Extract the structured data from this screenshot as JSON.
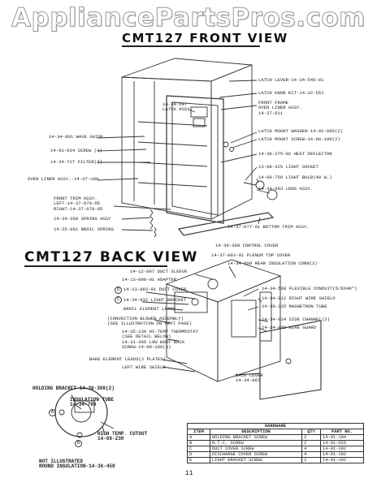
{
  "watermark": "AppliancePartsPros.com",
  "front": {
    "title": "CMT127 FRONT VIEW",
    "labels": {
      "latch_lever": "LATCH LEVER-14-34-545-01",
      "latch_knob_kit": "LATCH KNOB KIT-14-32-551",
      "front_frame": "FRONT FRAME\nOVEN LINER ASSY.\n14-37-011",
      "latch_assy": "14-34-547\nLATCH ASSY.",
      "wave_guide": "14-34-801 WAVE GUIDE",
      "screw": "14-91-034 SCREW (4)",
      "filter": "14-34-727 FILTER(2)",
      "oven_liner": "OVEN LINER ASSY.-14-37-180",
      "latch_mount_washer": "LATCH MOUNT WASHER-14-92-006(2)",
      "latch_mount_screw": "LATCH MOUNT SCREW-14-90-196(2)",
      "heat_deflector": "14-39-275-02 HEAT DEFLECTOR",
      "light_socket": "13-09-325 LIGHT SOCKET",
      "light_bulb": "14-09-756 LIGHT BULB(40 W.)",
      "lens_assy": "14-34-903 LENS ASSY.",
      "front_trim": "FRONT TRIM ASSY.\nLEFT-14-37-078-05\nRIGHT-14-37-079-05",
      "spring_assy": "14-34-368 SPRING ASSY",
      "broil_spring": "14-25-061 BROIL SPRING",
      "bottom_trim": "14-37-077-01 BOTTOM TRIM ASSY."
    }
  },
  "back": {
    "title": "CMT127 BACK VIEW",
    "labels": {
      "control_cover": "14-34-308 CONTROL COVER",
      "plenum_top_cover": "14-37-093-01 PLENUM TOP COVER",
      "rear_insulation": "14-34-809 REAR INSULATION CONN(2)",
      "duct_sleeve": "14-12-897 DUCT SLEEVE",
      "adapter": "14-13-000-01 ADAPTER",
      "duct_cover": "14-13-083-01 DUCT COVER",
      "light_bracket": "14-34-932 LIGHT BRACKET",
      "broil_element_leads": "BROIL ELEMENT LEADS",
      "convection_blower": "(CONVECTION BLOWER ASSEMBLY)\n(SEE ILLUSTRATION ON NEXT PAGE)",
      "hi_temp_thermostat": "14-35-230 HI-TEMP THERMOSTAT\n(SEE DETAIL BELOW)\n14-31-306 LOW BODY BACK\nSCREW-14-90-186(3)",
      "flexible_conduit": "14-34-568 FLEXIBLE CONDUIT(5/8X48\")",
      "right_wire_shield": "14-34-912 RIGHT WIRE SHIELD",
      "magnetron_tube": "14-39-315 MAGNETRON TUBE",
      "side_channel": "14-34-814 SIDE CHANNEL(2)",
      "wire_guard": "14-34-809 WIRE GUARD",
      "bake_element_leads": "BAKE ELEMENT LEADS(2 PLATES)",
      "left_wire_shield": "LEFT WIRE SHIELD",
      "back_cover": "BACK COVER\n14-34-987",
      "holding_bracket": "HOLDING BRACKET-14-39-369(2)",
      "insulation_tube": "INSULATION TUBE\n14-34-799",
      "high_temp_cutout": "HIGH TEMP. CUTOUT\n14-09-230",
      "not_illustrated": "NOT ILLUSTRATED\nROUND INSULATION-14-36-459"
    }
  },
  "callouts": [
    "D",
    "C",
    "A",
    "B"
  ],
  "hardware": {
    "caption": "HARDWARE",
    "headers": [
      "ITEM",
      "DESCRIPTION",
      "QTY",
      "PART NO."
    ],
    "rows": [
      [
        "A",
        "HOLDING BRACKET SCREW",
        "2",
        "14-91-104"
      ],
      [
        "B",
        "H.T.C. SCREW",
        "2",
        "14-91-026"
      ],
      [
        "C",
        "DUCT COVER SCREW",
        "4",
        "14-91-102"
      ],
      [
        "D",
        "DISCHARGE COVER SCREW",
        "4",
        "14-91-102"
      ],
      [
        "E",
        "LIGHT BRACKET SCREW",
        "1",
        "14-91-102"
      ]
    ]
  },
  "page_number": "11"
}
